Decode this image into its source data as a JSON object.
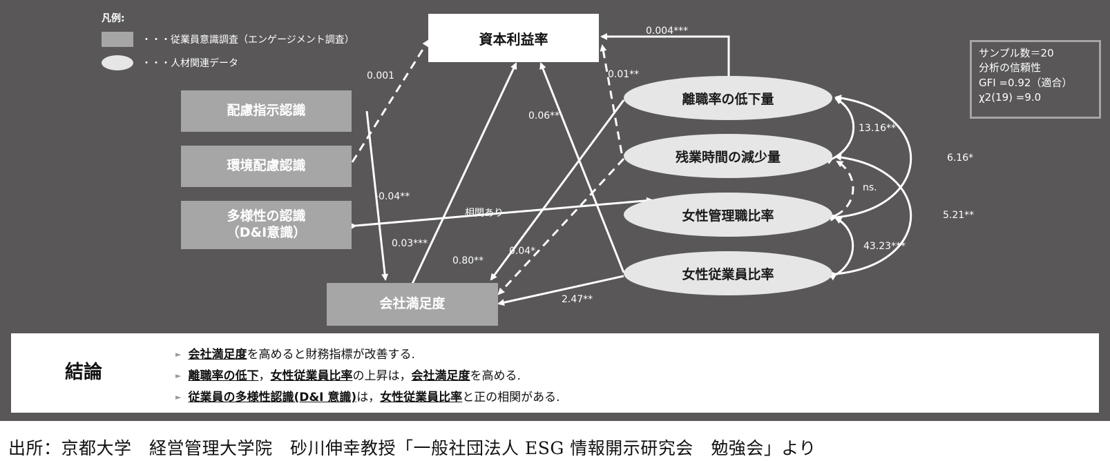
{
  "legend": {
    "title": "凡例:",
    "survey": "・・・従業員意識調査（エンゲージメント調査）",
    "hr": "・・・人材関連データ"
  },
  "nodes": {
    "roa": "資本利益率",
    "s1": "配慮指示認識",
    "s2": "環境配慮認識",
    "s3a": "多様性の認識",
    "s3b": "（D&I意識）",
    "sat": "会社満足度",
    "h1": "離職率の低下量",
    "h2": "残業時間の減少量",
    "h3": "女性管理職比率",
    "h4": "女性従業員比率"
  },
  "edges": {
    "e_h1_roa": "0.004***",
    "e_s2_roa": "0.001",
    "e_h2_roa": "0.01**",
    "e_h4_roa": "0.06**",
    "e_s1_sat": "-0.04**",
    "e_corr": "相関あり",
    "e_sat_roa": "0.03***",
    "e_h1_sat": "0.80**",
    "e_h2_sat": "0.04*",
    "e_h4_sat": "2.47**",
    "e_h1h2": "13.16**",
    "e_h1h3": "6.16*",
    "e_h2h3": "ns.",
    "e_h2h4": "5.21**",
    "e_h3h4": "43.23***"
  },
  "stats": {
    "l1": "サンプル数＝20",
    "l2": "分析の信頼性",
    "l3": "GFI =0.92（適合）",
    "l4": "χ2(19) =9.0"
  },
  "conclusion": {
    "title": "結論",
    "line1": {
      "u1": "会社満足度",
      "t1": "を高めると財務指標が改善する."
    },
    "line2": {
      "u1": "離職率の低下",
      "t1": "，",
      "u2": "女性従業員比率",
      "t2": "の上昇は，",
      "u3": "会社満足度",
      "t3": "を高める."
    },
    "line3": {
      "u1": "従業員の多様性認識(D&I 意識)",
      "t1": "は，",
      "u2": "女性従業員比率",
      "t2": "と正の相関がある."
    }
  },
  "source": "出所：京都大学　経営管理大学院　砂川伸幸教授「一般社団法人 ESG 情報開示研究会　勉強会」より"
}
